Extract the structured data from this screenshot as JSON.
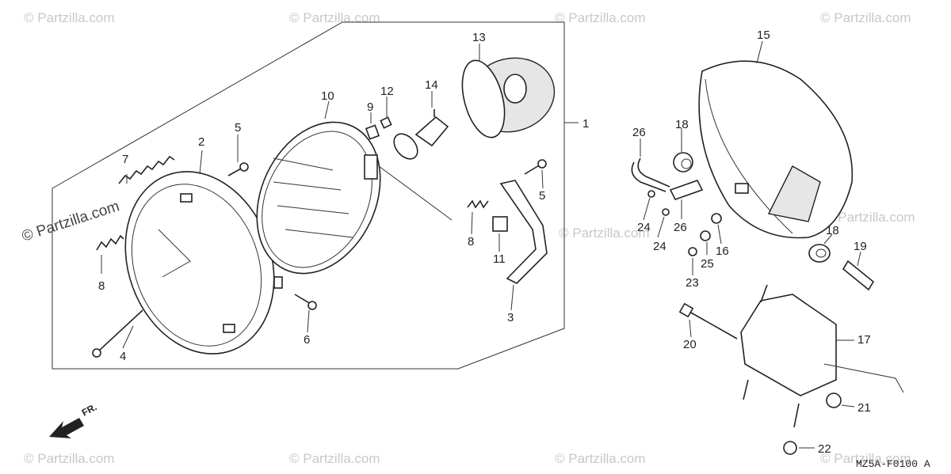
{
  "diagram": {
    "part_callouts": [
      "1",
      "2",
      "3",
      "4",
      "5",
      "5",
      "6",
      "7",
      "8",
      "8",
      "9",
      "10",
      "11",
      "12",
      "13",
      "14",
      "15",
      "16",
      "17",
      "18",
      "18",
      "19",
      "20",
      "21",
      "22",
      "23",
      "24",
      "24",
      "25",
      "26",
      "26"
    ],
    "direction_indicator": "FR.",
    "drawing_code": "MZ5A-F0100 A"
  },
  "watermarks": {
    "brand_large": "© Partzilla.com",
    "brand_tile": "© Partzilla.com"
  },
  "colors": {
    "ink": "#222222",
    "watermark": "#c8c8c8",
    "background": "#ffffff"
  }
}
